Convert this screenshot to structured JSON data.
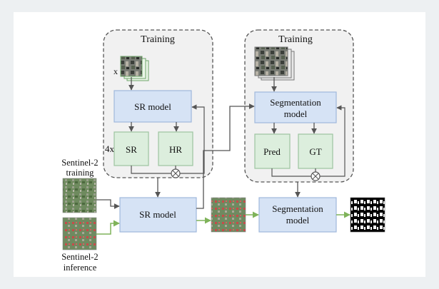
{
  "colors": {
    "page_background": "#edf0f2",
    "blue_box": "#d6e3f5",
    "blue_border": "#9fb8dc",
    "green_box": "#dceedd",
    "green_border": "#9dc49f",
    "training_panel": "#f1f1f1",
    "arrow": "#555555",
    "green_arrow": "#7fb35a"
  },
  "left_panel": {
    "title": "Training",
    "multiplier_x": "x",
    "model_label": "SR model",
    "multiplier_4x": "4x",
    "output_a": "SR",
    "output_b": "HR"
  },
  "right_panel": {
    "title": "Training",
    "model_line1": "Segmentation",
    "model_line2": "model",
    "output_a": "Pred",
    "output_b": "GT"
  },
  "inputs": {
    "training_line1": "Sentinel-2",
    "training_line2": "training",
    "inference_line1": "Sentinel-2",
    "inference_line2": "inference"
  },
  "main_row": {
    "sr_model": "SR model",
    "seg_line1": "Segmentation",
    "seg_line2": "model"
  },
  "icons": {
    "loss": "circled-times-icon",
    "tile_stack": "image-stack-icon",
    "mask": "segmentation-mask-icon"
  }
}
